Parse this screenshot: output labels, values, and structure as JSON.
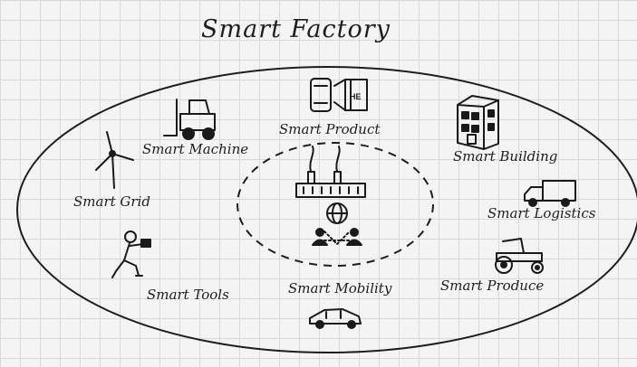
{
  "title": "Smart Factory",
  "nodes": {
    "product": "Smart Product",
    "machine": "Smart Machine",
    "building": "Smart Building",
    "grid": "Smart Grid",
    "logistics": "Smart Logistics",
    "tools": "Smart Tools",
    "mobility": "Smart Mobility",
    "produce": "Smart Produce"
  },
  "icons": {
    "product": "phone-and-box-icon",
    "machine": "forklift-icon",
    "building": "building-icon",
    "grid": "wind-turbine-icon",
    "logistics": "truck-icon",
    "tools": "worker-with-tool-icon",
    "mobility": "car-icon",
    "produce": "tractor-icon",
    "center": "factory-globe-people-icon"
  },
  "box_label": "HE"
}
